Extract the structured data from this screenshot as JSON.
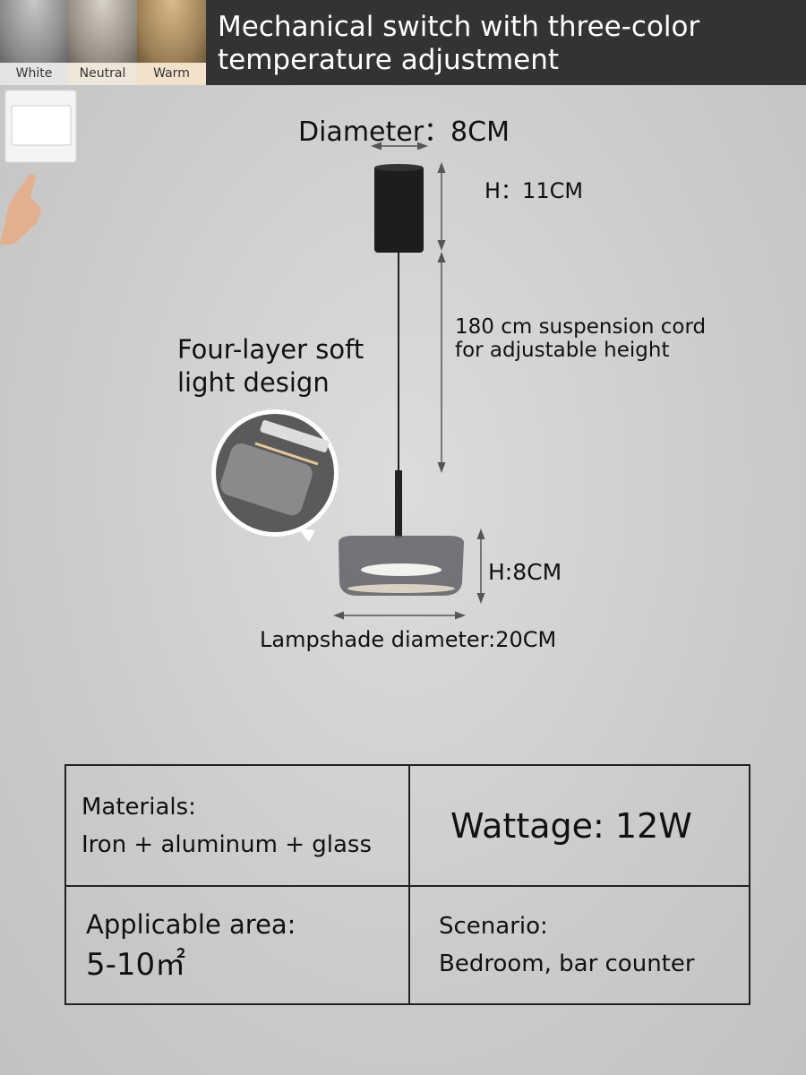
{
  "header": {
    "title_line1": "Mechanical switch with three-color",
    "title_line2": "temperature adjustment",
    "swatches": [
      {
        "label": "White",
        "color": "#9a9a9a"
      },
      {
        "label": "Neutral",
        "color": "#a7a196"
      },
      {
        "label": "Warm",
        "color": "#a88d65"
      }
    ]
  },
  "dimensions": {
    "diameter": "Diameter：8CM",
    "canopy_height": "H：11CM",
    "cord_line1": "180 cm suspension cord",
    "cord_line2": "for adjustable height",
    "feature_line1": "Four-layer soft",
    "feature_line2": "light design",
    "shade_height": "H:8CM",
    "shade_diameter": "Lampshade diameter:20CM"
  },
  "specs": {
    "materials_label": "Materials:",
    "materials_value": "Iron + aluminum + glass",
    "wattage": "Wattage: 12W",
    "area_label": "Applicable area:",
    "area_value": "5-10㎡",
    "scenario_label": "Scenario:",
    "scenario_value": "Bedroom, bar counter"
  }
}
